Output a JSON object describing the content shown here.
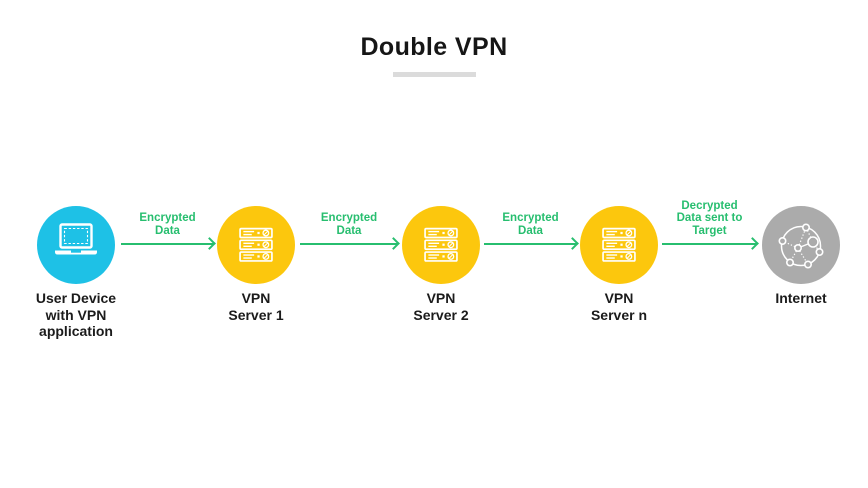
{
  "title": {
    "text": "Double VPN"
  },
  "colors": {
    "device": "#1EC1E6",
    "server": "#FCC70D",
    "internet": "#ABABAB",
    "green": "#27BE6F",
    "underline": "#DBDBDB",
    "text": "#161616"
  },
  "nodes": [
    {
      "id": "user-device",
      "icon": "laptop-icon",
      "label": "User Device\nwith VPN\napplication"
    },
    {
      "id": "vpn-server-1",
      "icon": "server-icon",
      "label": "VPN\nServer 1"
    },
    {
      "id": "vpn-server-2",
      "icon": "server-icon",
      "label": "VPN\nServer 2"
    },
    {
      "id": "vpn-server-n",
      "icon": "server-icon",
      "label": "VPN\nServer n"
    },
    {
      "id": "internet",
      "icon": "globe-network-icon",
      "label": "Internet"
    }
  ],
  "arrows": [
    {
      "from": "user-device",
      "to": "vpn-server-1",
      "label": "Encrypted\nData"
    },
    {
      "from": "vpn-server-1",
      "to": "vpn-server-2",
      "label": "Encrypted\nData"
    },
    {
      "from": "vpn-server-2",
      "to": "vpn-server-n",
      "label": "Encrypted\nData"
    },
    {
      "from": "vpn-server-n",
      "to": "internet",
      "label": "Decrypted\nData sent to\nTarget"
    }
  ]
}
